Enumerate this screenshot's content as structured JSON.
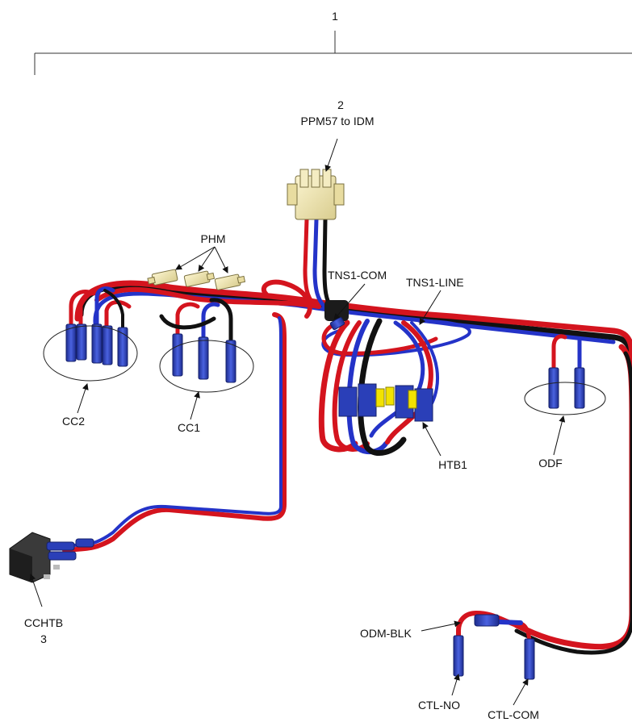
{
  "labels": {
    "item_1": "1",
    "item_2_num": "2",
    "item_2_name": "PPM57 to IDM",
    "phm": "PHM",
    "tns1_com": "TNS1-COM",
    "tns1_line": "TNS1-LINE",
    "cc2": "CC2",
    "cc1": "CC1",
    "htb1": "HTB1",
    "odf": "ODF",
    "cchtb": "CCHTB",
    "item_3_num": "3",
    "odm_blk": "ODM-BLK",
    "ctl_no": "CTL-NO",
    "ctl_com": "CTL-COM"
  },
  "colors": {
    "wire_red": "#d4141e",
    "wire_blue": "#2433c8",
    "wire_black": "#111111",
    "terminal_blue": "#2a3fb8",
    "connector_cream": "#efe6b5",
    "connector_yellow": "#f2e200",
    "block_dark": "#3a3a3a"
  }
}
